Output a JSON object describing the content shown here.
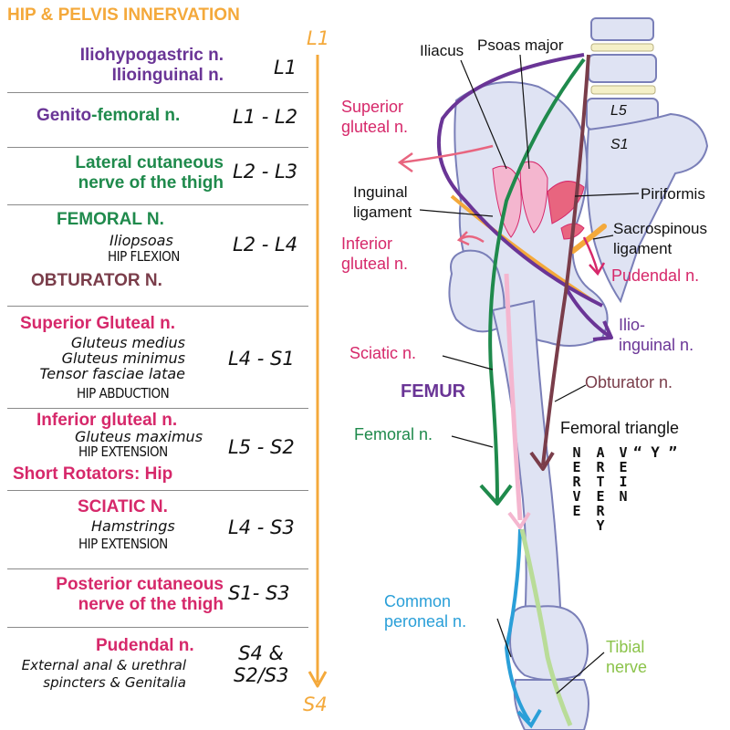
{
  "title": "HIP & PELVIS INNERVATION",
  "range": {
    "start": "L1",
    "end": "S4"
  },
  "rows": [
    {
      "name_lines": [
        "Iliohypogastric n.",
        "Ilioinguinal n."
      ],
      "level": "L1"
    },
    {
      "name_a": "Genito",
      "name_b": "-femoral n.",
      "level": "L1 - L2"
    },
    {
      "name_lines": [
        "Lateral cutaneous",
        "nerve of the thigh"
      ],
      "level": "L2 - L3"
    },
    {
      "name": "FEMORAL N.",
      "muscle": "Iliopsoas",
      "action": "HIP FLEXION",
      "name2": "OBTURATOR N.",
      "level": "L2 - L4"
    },
    {
      "name": "Superior Gluteal n.",
      "muscles": [
        "Gluteus medius",
        "Gluteus minimus",
        "Tensor fasciae latae"
      ],
      "action": "HIP ABDUCTION",
      "level": "L4 - S1"
    },
    {
      "name": "Inferior gluteal n.",
      "muscle": "Gluteus maximus",
      "action": "HIP EXTENSION",
      "name2": "Short Rotators: Hip",
      "level": "L5 - S2"
    },
    {
      "name": "SCIATIC N.",
      "muscle": "Hamstrings",
      "action": "HIP EXTENSION",
      "level": "L4 - S3"
    },
    {
      "name_lines": [
        "Posterior cutaneous",
        "nerve of the thigh"
      ],
      "level": "S1- S3"
    },
    {
      "name": "Pudendal n.",
      "detail": [
        "External anal & urethral",
        "spincters & Genitalia"
      ],
      "level_lines": [
        "S4 &",
        "S2/S3"
      ]
    }
  ],
  "labels": {
    "iliacus": "Iliacus",
    "psoas": "Psoas major",
    "l5": "L5",
    "s1": "S1",
    "sup_gluteal": [
      "Superior",
      "gluteal n."
    ],
    "piriformis": "Piriformis",
    "inguinal": [
      "Inguinal",
      "ligament"
    ],
    "sacrospinous": [
      "Sacrospinous",
      "ligament"
    ],
    "inf_gluteal": [
      "Inferior",
      "gluteal n."
    ],
    "pudendal": "Pudendal n.",
    "ilioinguinal": [
      "Ilio-",
      "inguinal n."
    ],
    "sciatic": "Sciatic n.",
    "obturator": "Obturator n.",
    "femur": "FEMUR",
    "femoral_n": "Femoral n.",
    "femoral_triangle": "Femoral triangle",
    "nerve": "NERVE",
    "artery": "ARTERY",
    "vein": "VEIN",
    "y": "“ Y ”",
    "common_peroneal": [
      "Common",
      "peroneal n."
    ],
    "tibial": [
      "Tibial",
      "nerve"
    ]
  },
  "colors": {
    "orange": "#f4a93b",
    "purple": "#6a3596",
    "green": "#1f8a4c",
    "pink": "#d6286a",
    "brown": "#7a3d4a",
    "blue": "#2a9fd8",
    "lightgreen": "#8bc34a",
    "bone": "#dfe3f3",
    "bone_stroke": "#7a7fb8"
  }
}
